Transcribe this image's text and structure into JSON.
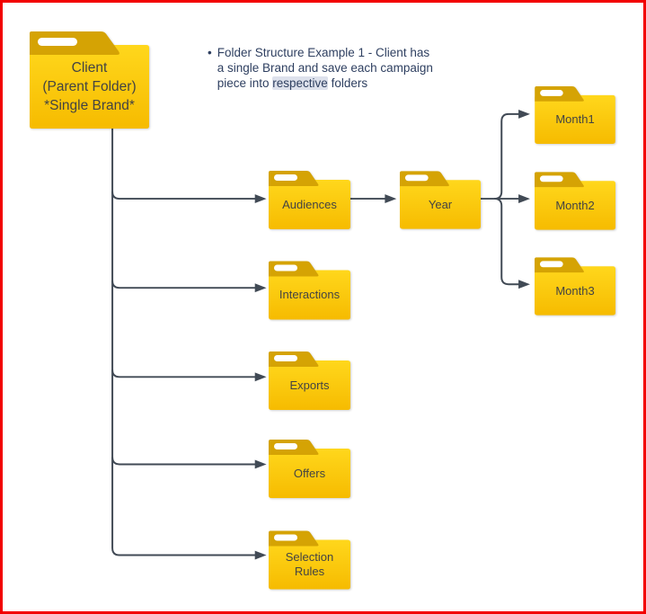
{
  "colors": {
    "canvas-bg": "#ffffff",
    "border-red": "#f20000",
    "folder-body-top": "#ffd71c",
    "folder-body-bottom": "#f6bb00",
    "folder-tab": "#d5a304",
    "folder-slot": "#ffffff",
    "folder-label": "#434343",
    "connector": "#414a55",
    "note-text": "#2e3f60",
    "note-highlight-bg": "#dde1ec"
  },
  "note": {
    "bullet": "•",
    "text_before": "Folder Structure Example 1 - Client has a single Brand and save each campaign piece into ",
    "highlight": "respective",
    "text_after": " folders"
  },
  "folders": {
    "client": {
      "label": "Client\n(Parent Folder)\n*Single Brand*"
    },
    "audiences": {
      "label": "Audiences"
    },
    "year": {
      "label": "Year"
    },
    "month1": {
      "label": "Month1"
    },
    "month2": {
      "label": "Month2"
    },
    "month3": {
      "label": "Month3"
    },
    "interactions": {
      "label": "Interactions"
    },
    "exports": {
      "label": "Exports"
    },
    "offers": {
      "label": "Offers"
    },
    "selection_rules": {
      "label": "Selection\nRules"
    }
  }
}
